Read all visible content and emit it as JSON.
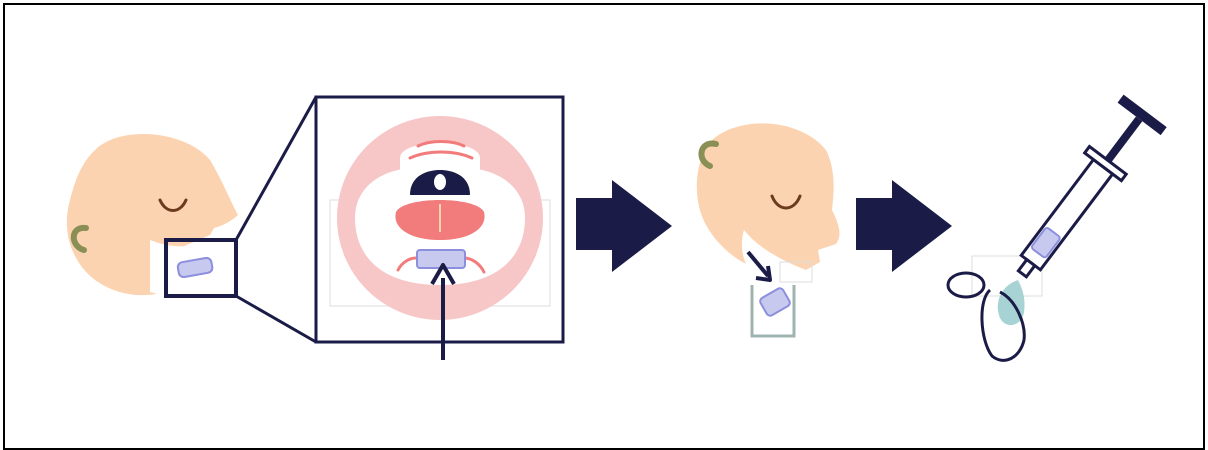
{
  "figure": {
    "steps": [
      {
        "id": "step-1",
        "icon": "head-with-cotton-roll-icon"
      },
      {
        "id": "step-2",
        "icon": "open-mouth-sublingual-placement-icon"
      },
      {
        "id": "step-3",
        "icon": "head-spitting-roll-into-tube-icon"
      },
      {
        "id": "step-4",
        "icon": "syringe-expressing-saliva-icon"
      }
    ],
    "colors": {
      "outline": "#1b1b47",
      "skin": "#fcd3b0",
      "ear": "#8a8f55",
      "hair_stroke": "#6b3a1f",
      "mouth_pink": "#f7c7c7",
      "tongue": "#f27b7b",
      "cotton": "#c7c9ee",
      "cotton_stroke": "#8c8fdd",
      "tube": "#9fb4b0",
      "drop": "#a8d3d4"
    }
  }
}
